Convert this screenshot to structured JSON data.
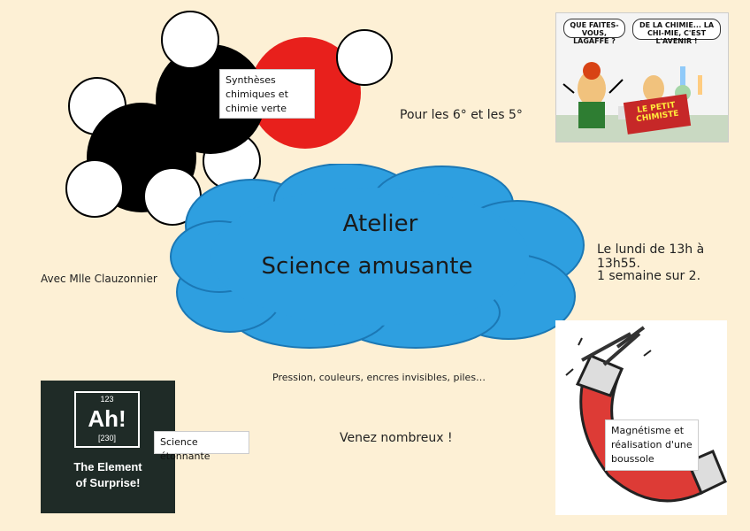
{
  "molecule_label": "Synthèses chimiques et chimie verte",
  "audience": "Pour les 6° et les 5°",
  "comic": {
    "bubble_left": "QUE FAITES-VOUS, LAGAFFE ?",
    "bubble_right": "DE LA CHIMIE... LA CHI-MIE, C'EST L'AVENIR !",
    "box_text": "LE PETIT CHIMISTE"
  },
  "cloud": {
    "title": "Atelier",
    "subtitle": "Science amusante"
  },
  "teacher": "Avec Mlle Clauzonnier",
  "schedule": {
    "time": "Le lundi de 13h à 13h55.",
    "frequency": "1 semaine sur 2."
  },
  "topics": "Pression, couleurs, encres invisibles, piles…",
  "invitation": "Venez nombreux !",
  "element_tile": {
    "number": "123",
    "symbol": "Ah!",
    "mass": "[230]",
    "caption_line1": "The Element",
    "caption_line2": "of Surprise!"
  },
  "element_label": "Science étonnante",
  "magnet_label": "Magnétisme et réalisation d'une boussole",
  "colors": {
    "background": "#fdf0d5",
    "cloud": "#2e9fe0",
    "atom_red": "#e8201c",
    "atom_black": "#000000",
    "tile": "#1f2b27",
    "magnet_red": "#dd3b36"
  }
}
